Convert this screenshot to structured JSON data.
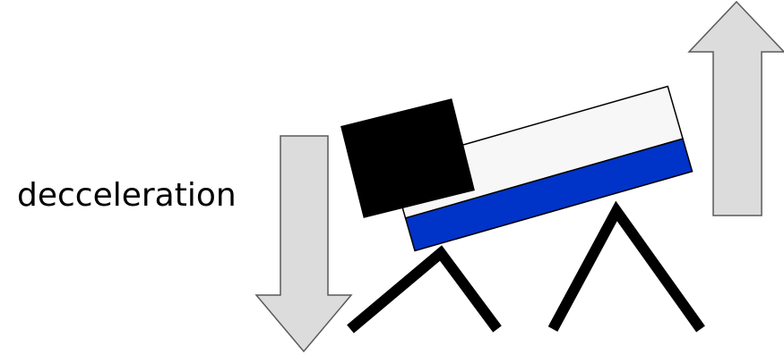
{
  "diagram": {
    "label": "decceleration",
    "colors": {
      "background": "#ffffff",
      "arrow_fill": "#dcdcdc",
      "arrow_stroke": "#5a5a5a",
      "body_fill": "#f7f7f7",
      "base_fill": "#0033c8",
      "block_fill": "#000000",
      "outline": "#000000",
      "legs": "#000000"
    },
    "arrows": [
      {
        "name": "down-arrow",
        "direction": "down"
      },
      {
        "name": "up-arrow",
        "direction": "up"
      }
    ]
  }
}
